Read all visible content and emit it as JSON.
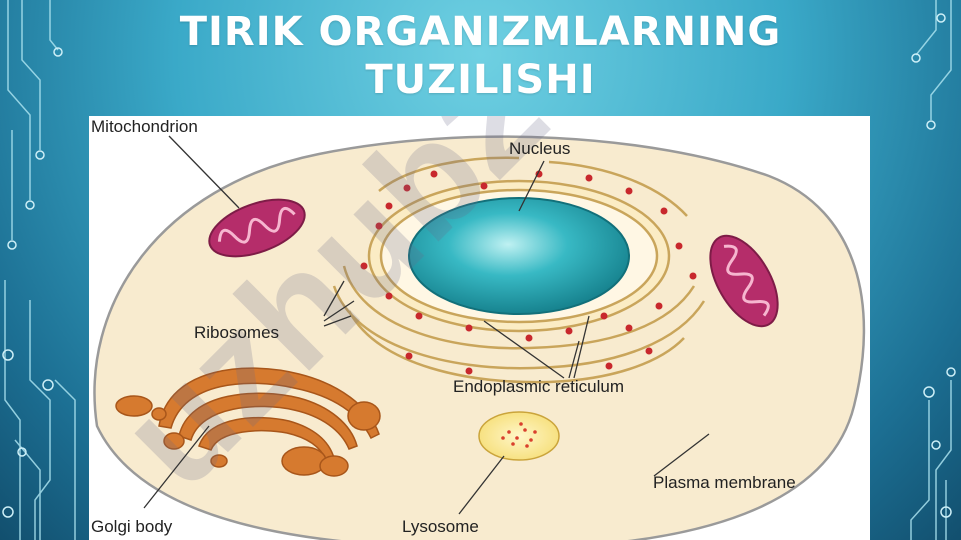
{
  "slide": {
    "title_line1": "TIRIK ORGANIZMLARNING",
    "title_line2": "TUZILISHI"
  },
  "diagram": {
    "labels": {
      "mitochondrion": "Mitochondrion",
      "nucleus": "Nucleus",
      "ribosomes": "Ribosomes",
      "endoplasmic_reticulum": "Endoplasmic reticulum",
      "plasma_membrane": "Plasma membrane",
      "golgi_body": "Golgi body",
      "lysosome": "Lysosome"
    },
    "watermark": "uzhub24"
  },
  "colors": {
    "background": "#3aa9c8",
    "cytoplasm": "#f8ebcf",
    "nucleus": "#2aaab6",
    "mitochondria": "#b52d6a",
    "golgi": "#d67a2f",
    "lysosome": "#fff2a8",
    "ribosome": "#c8282d"
  }
}
